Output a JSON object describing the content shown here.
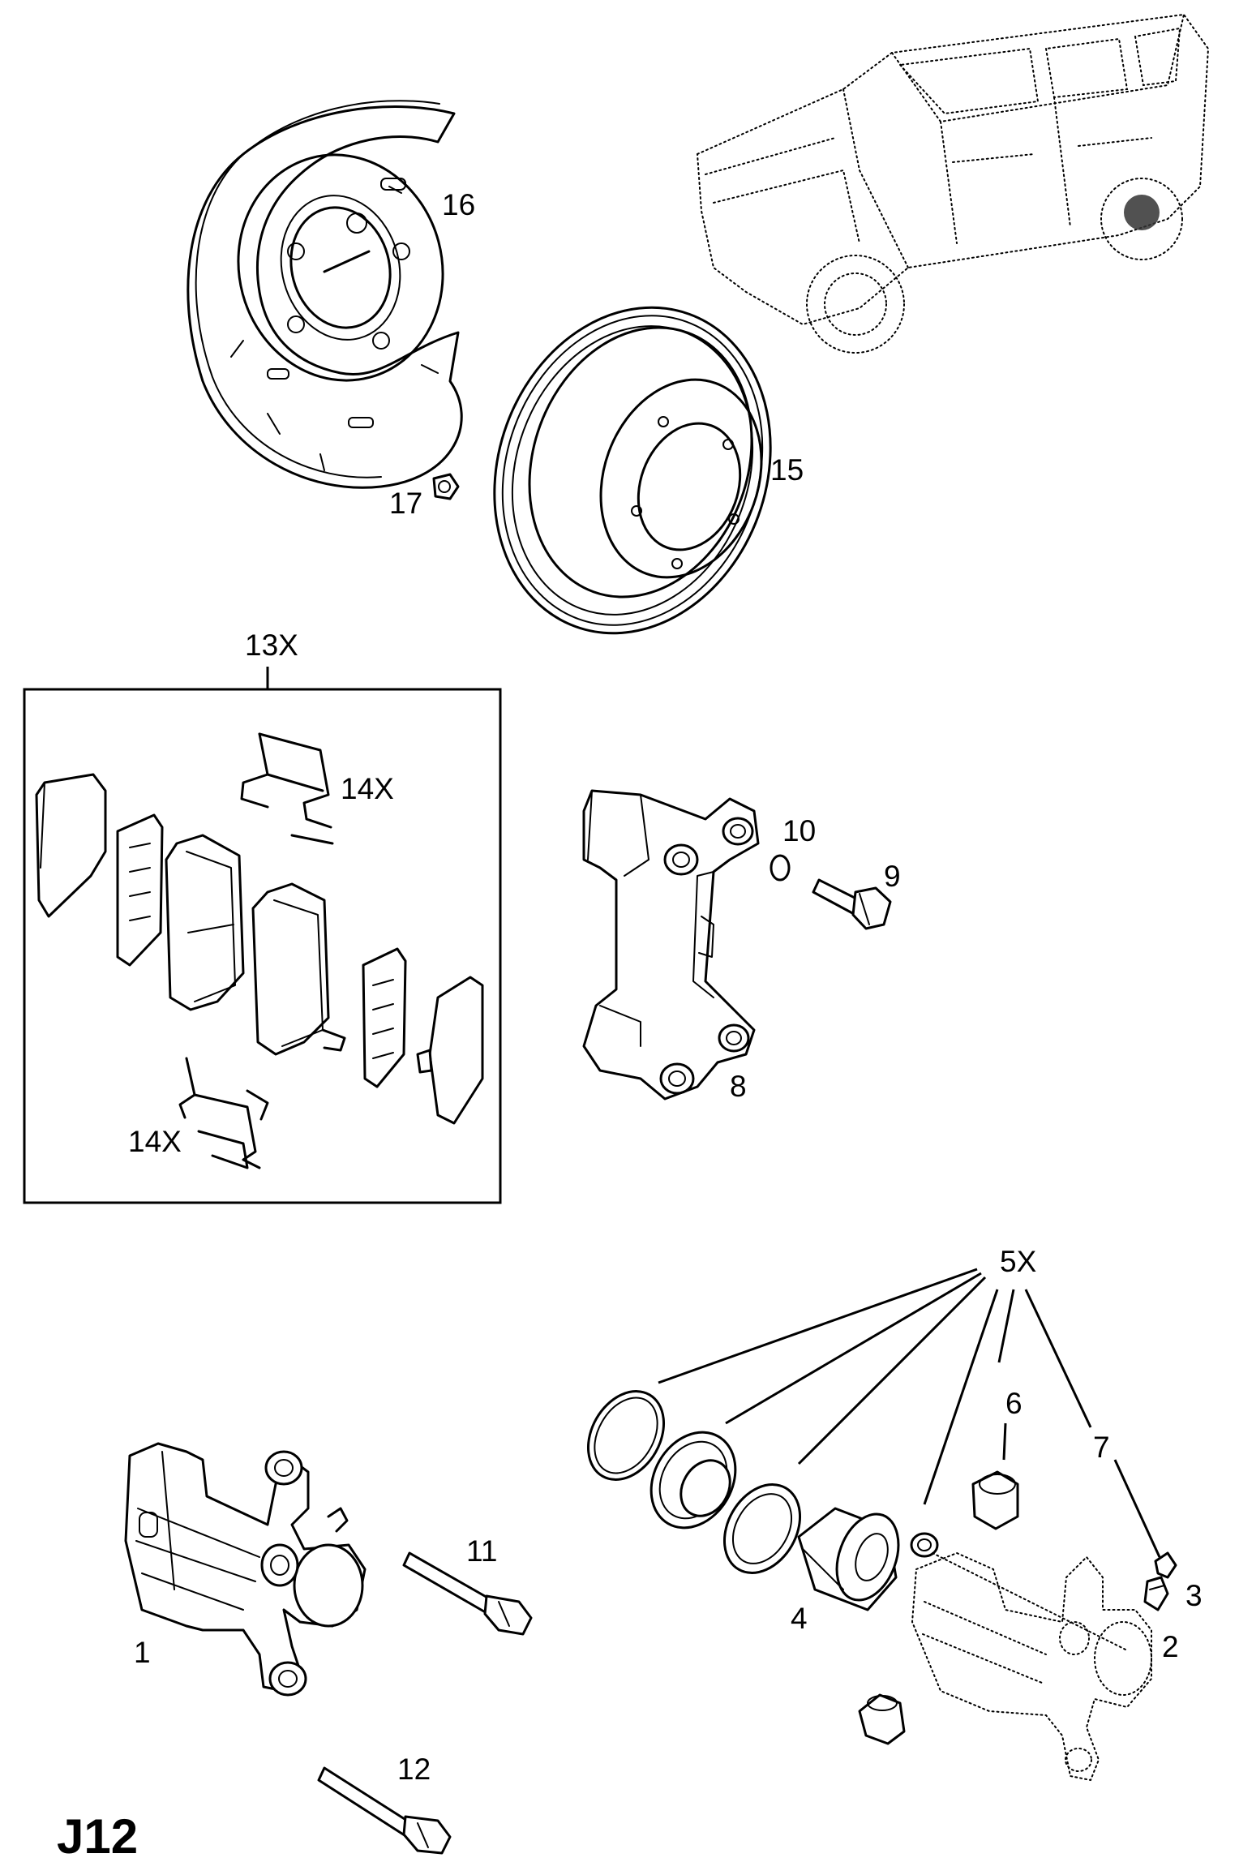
{
  "diagram_code": "J12",
  "callouts": {
    "c1": "1",
    "c2": "2",
    "c3": "3",
    "c4": "4",
    "c5x": "5X",
    "c6": "6",
    "c7": "7",
    "c8": "8",
    "c9": "9",
    "c10": "10",
    "c11": "11",
    "c12": "12",
    "c13x": "13X",
    "c14x_top": "14X",
    "c14x_bottom": "14X",
    "c15": "15",
    "c16": "16",
    "c17": "17"
  }
}
